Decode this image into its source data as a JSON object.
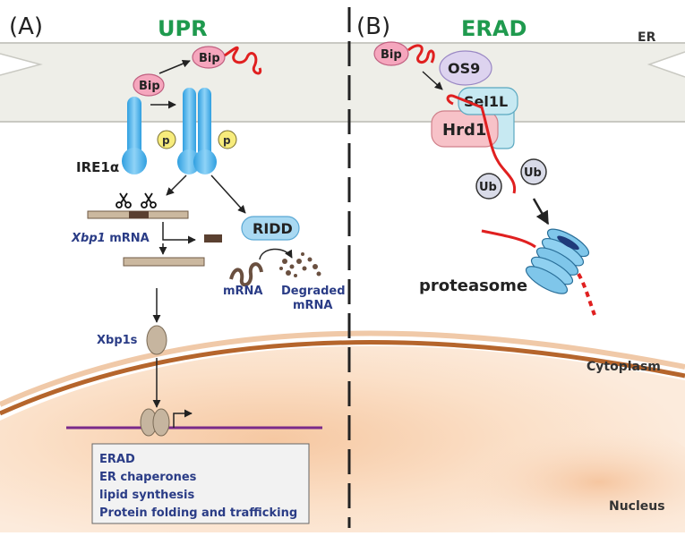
{
  "panel_a": {
    "letter": "(A)",
    "title": "UPR",
    "bip_left": "Bip",
    "bip_released": "Bip",
    "phospho_left": "p",
    "phospho_right": "p",
    "ire1_label": "IRE1α",
    "xbp1_italic": "Xbp1",
    "xbp1_suffix": " mRNA",
    "ridd": "RIDD",
    "mrna": "mRNA",
    "degraded_line1": "Degraded",
    "degraded_line2": "mRNA",
    "xbp1s": "Xbp1s",
    "targets": [
      "ERAD",
      "ER chaperones",
      "lipid synthesis",
      "Protein folding and trafficking"
    ]
  },
  "panel_b": {
    "letter": "(B)",
    "title": "ERAD",
    "bip": "Bip",
    "os9": "OS9",
    "sel1l": "Sel1L",
    "hrd1": "Hrd1",
    "ub1": "Ub",
    "ub2": "Ub",
    "proteasome": "proteasome"
  },
  "regions": {
    "er": "ER",
    "cytoplasm": "Cytoplasm",
    "nucleus": "Nucleus"
  },
  "colors": {
    "upr_green": "#1f9a4e",
    "erad_green": "#1f9a4e",
    "ire1_blue": "#4fb3e8",
    "bip_pink": "#f5a6bd",
    "unfolded_red": "#e02020",
    "navy_text": "#2a3c86",
    "nuclear_envelope": "#b5652c",
    "chromatin_purple": "#7a2a8a"
  }
}
